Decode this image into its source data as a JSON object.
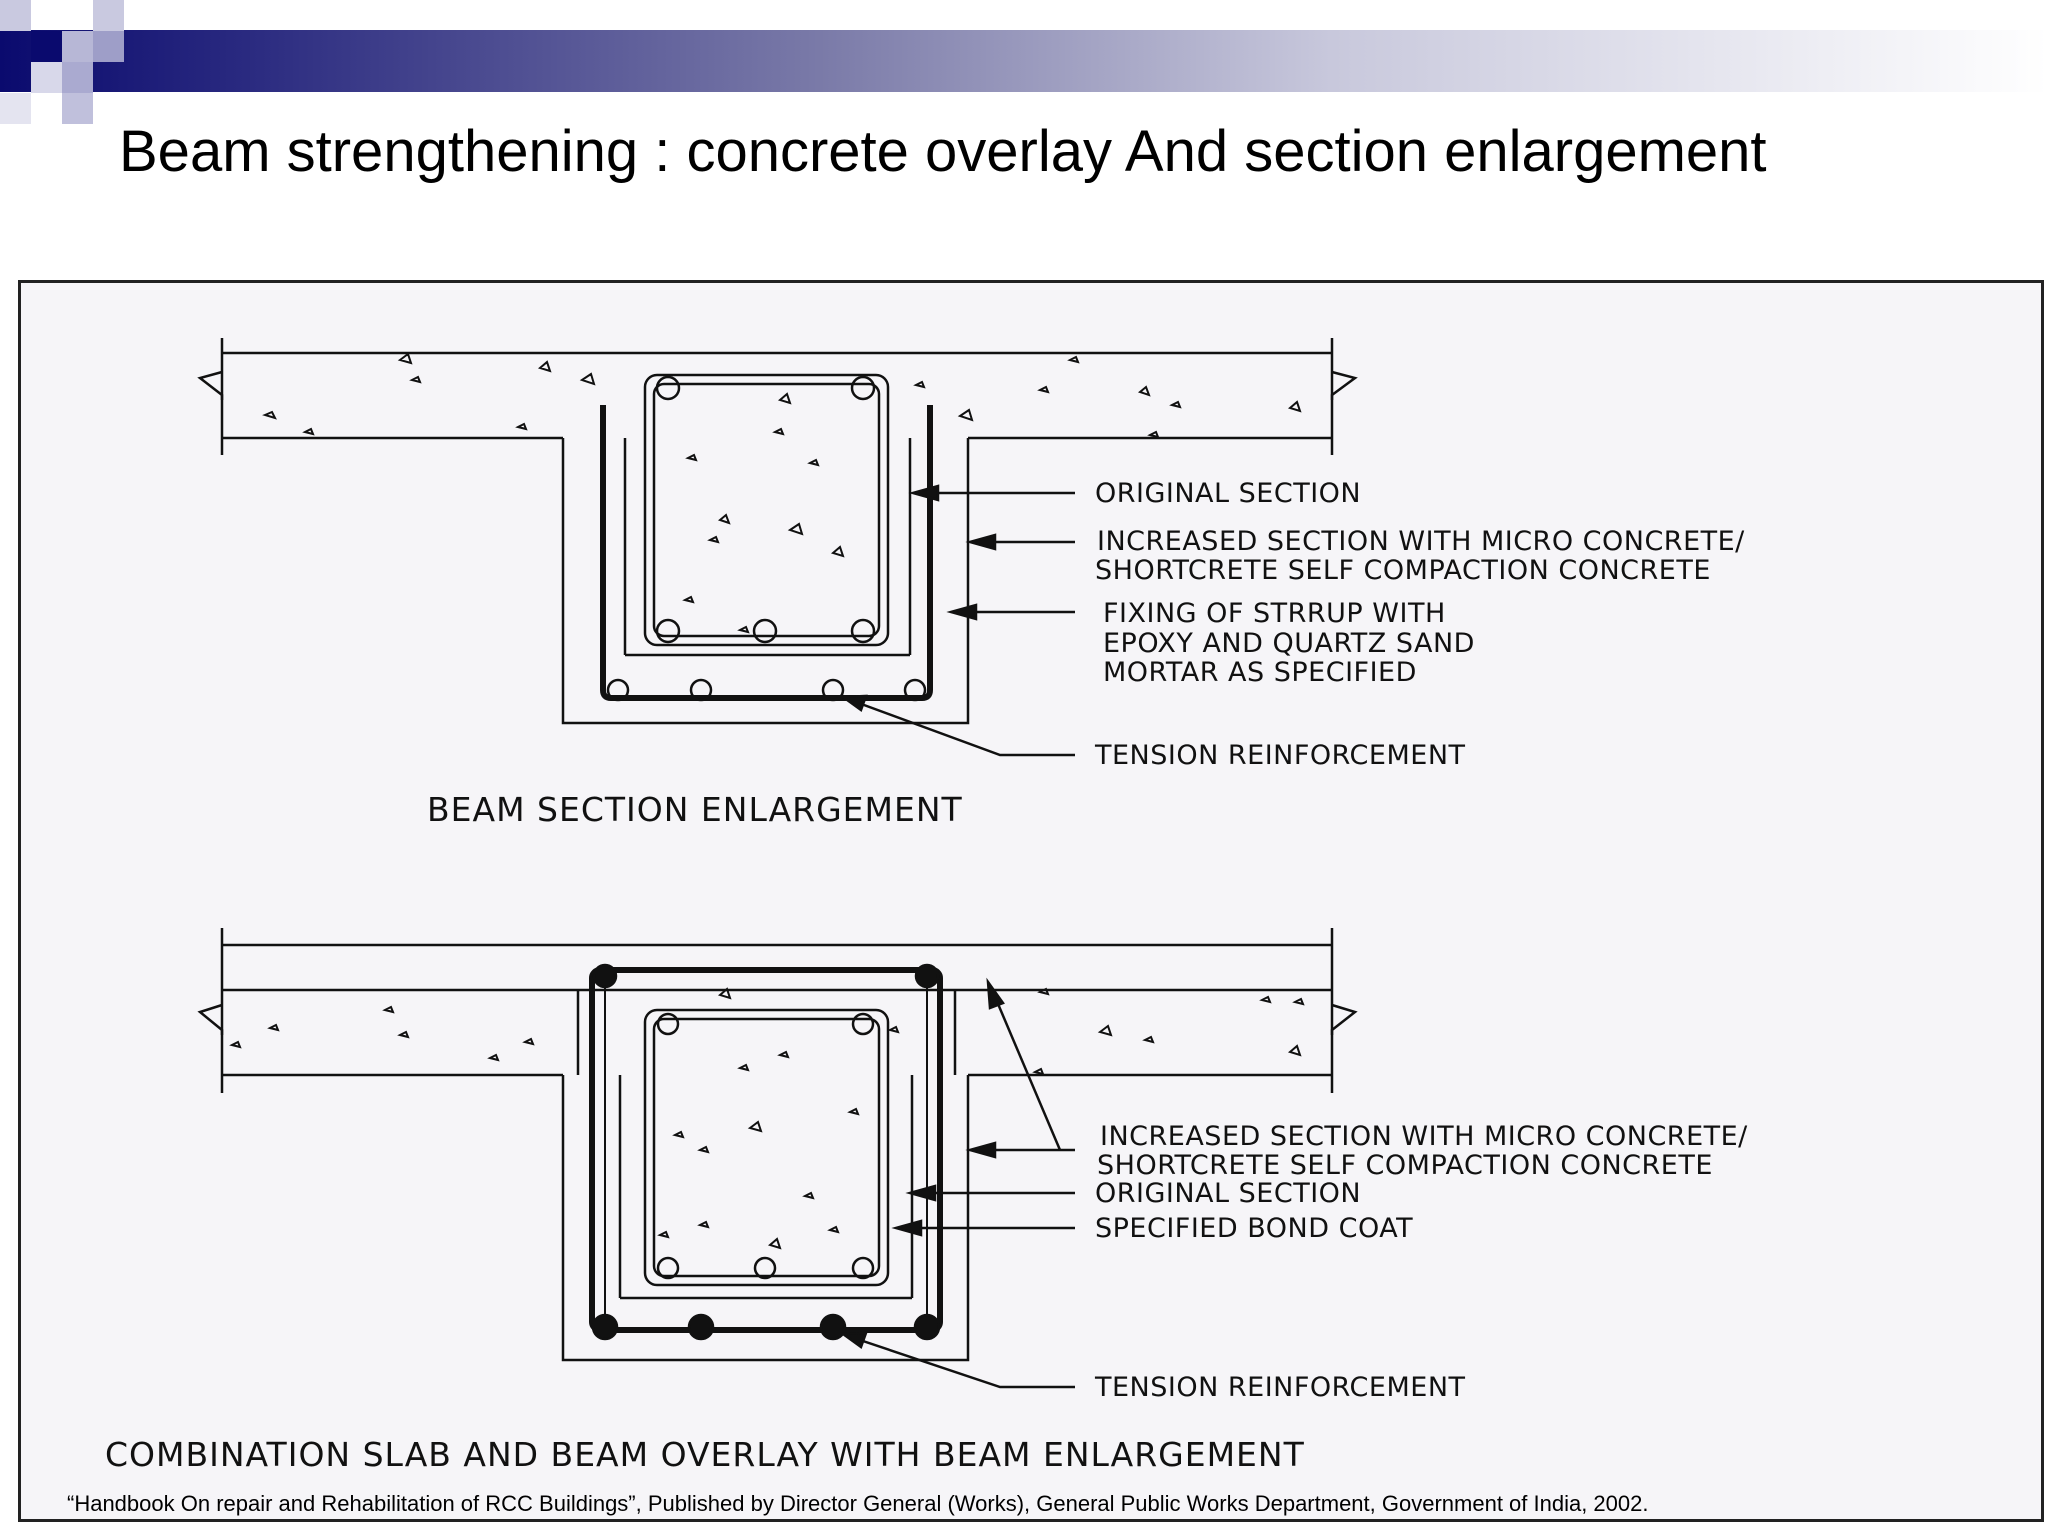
{
  "slide": {
    "title": "Beam strengthening : concrete overlay And section enlargement",
    "citation": "“Handbook On repair and Rehabilitation of RCC Buildings”, Published by Director General (Works), General Public Works Department, Government of India, 2002."
  },
  "colors": {
    "header_dark": "#0a0a6e",
    "figure_background": "#f6f5f8",
    "line": "#111111"
  },
  "figure_top": {
    "callouts": {
      "original_section": "ORIGINAL SECTION",
      "increased_section_1": "INCREASED SECTION WITH MICRO CONCRETE/",
      "increased_section_2": "SHORTCRETE SELF COMPACTION CONCRETE",
      "fixing_1": "FIXING OF STRRUP WITH",
      "fixing_2": "EPOXY AND QUARTZ SAND",
      "fixing_3": "MORTAR AS SPECIFIED",
      "tension": "TENSION REINFORCEMENT"
    },
    "caption": "BEAM SECTION ENLARGEMENT"
  },
  "figure_bottom": {
    "callouts": {
      "increased_section_1": "INCREASED SECTION WITH MICRO CONCRETE/",
      "increased_section_2": "SHORTCRETE SELF COMPACTION CONCRETE",
      "original_section": "ORIGINAL SECTION",
      "bond_coat": "SPECIFIED BOND COAT",
      "tension": "TENSION REINFORCEMENT"
    },
    "caption": "COMBINATION SLAB AND BEAM OVERLAY WITH BEAM ENLARGEMENT"
  }
}
